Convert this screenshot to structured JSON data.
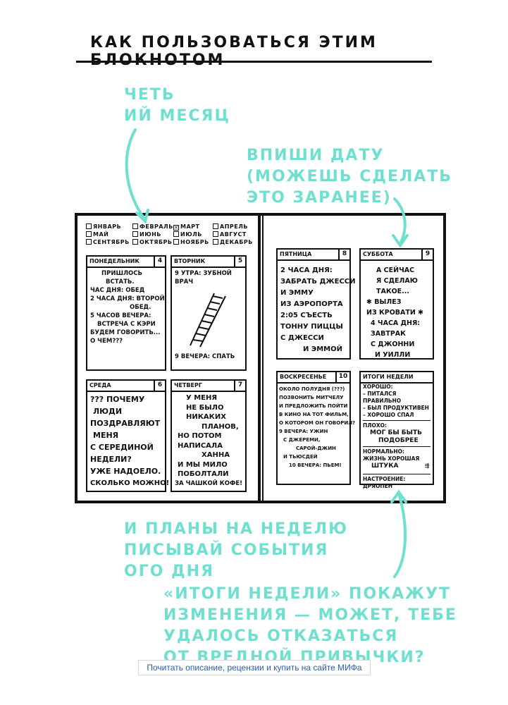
{
  "title": "КАК ПОЛЬЗОВАТЬСЯ ЭТИМ БЛОКНОТОМ",
  "annotations": {
    "month": [
      "ЧЕТЬ",
      "ИЙ МЕСЯЦ"
    ],
    "date": [
      "ВПИШИ ДАТУ",
      "(МОЖЕШЬ СДЕЛАТЬ",
      "ЭТО ЗАРАНЕЕ)"
    ],
    "plans": [
      "И ПЛАНЫ НА НЕДЕЛЮ",
      "ПИСЫВАЙ СОБЫТИЯ",
      "ОГО ДНЯ"
    ],
    "summary": [
      "«ИТОГИ НЕДЕЛИ» ПОКАЖУТ",
      "ИЗМЕНЕНИЯ — МОЖЕТ, ТЕБЕ",
      "УДАЛОСЬ ОТКАЗАТЬСЯ",
      "ОТ ВРЕДНОЙ ПРИВЫЧКИ?"
    ]
  },
  "months": [
    {
      "label": "ЯНВАРЬ",
      "mark": ""
    },
    {
      "label": "ФЕВРАЛЬ",
      "mark": ""
    },
    {
      "label": "МАРТ",
      "mark": "✕"
    },
    {
      "label": "АПРЕЛЬ",
      "mark": ""
    },
    {
      "label": "МАЙ",
      "mark": ""
    },
    {
      "label": "ИЮНЬ",
      "mark": ""
    },
    {
      "label": "ИЮЛЬ",
      "mark": ""
    },
    {
      "label": "АВГУСТ",
      "mark": ""
    },
    {
      "label": "СЕНТЯБРЬ",
      "mark": ""
    },
    {
      "label": "ОКТЯБРЬ",
      "mark": ""
    },
    {
      "label": "НОЯБРЬ",
      "mark": ""
    },
    {
      "label": "ДЕКАБРЬ",
      "mark": ""
    }
  ],
  "days": {
    "mon": {
      "name": "ПОНЕДЕЛЬНИК",
      "num": "4",
      "lines": [
        "ПРИШЛОСЬ",
        "ВСТАТЬ.",
        "ЧАС ДНЯ: ОБЕД",
        "2 ЧАСА ДНЯ: ВТОРОЙ",
        "ОБЕД.",
        "5 ЧАСОВ ВЕЧЕРА:",
        "ВСТРЕЧА С КЭРИ",
        "БУДЕМ ГОВОРИТЬ...",
        "О ЧЕМ???"
      ]
    },
    "tue": {
      "name": "ВТОРНИК",
      "num": "5",
      "lines": [
        "9 УТРА: ЗУБНОЙ",
        "ВРАЧ"
      ],
      "bottom": "9 ВЕЧЕРА: СПАТЬ"
    },
    "wed": {
      "name": "СРЕДА",
      "num": "6",
      "lines": [
        "??? ПОЧЕМУ",
        "ЛЮДИ",
        "ПОЗДРАВЛЯЮТ",
        "МЕНЯ",
        "С СЕРЕДИНОЙ",
        "НЕДЕЛИ?",
        "УЖЕ НАДОЕЛО.",
        "СКОЛЬКО МОЖНО!"
      ]
    },
    "thu": {
      "name": "ЧЕТВЕРГ",
      "num": "7",
      "lines": [
        "У МЕНЯ",
        "НЕ БЫЛО",
        "НИКАКИХ",
        "ПЛАНОВ,",
        "НО ПОТОМ",
        "НАПИСАЛА",
        "ХАННА",
        "И МЫ МИЛО",
        "ПОБОЛТАЛИ",
        "ЗА ЧАШКОЙ КОФЕ!"
      ]
    },
    "fri": {
      "name": "ПЯТНИЦА",
      "num": "8",
      "lines": [
        "2 ЧАСА ДНЯ:",
        "ЗАБРАТЬ ДЖЕССИ",
        "И ЭММУ",
        "ИЗ АЭРОПОРТА",
        "2:05 СЪЕСТЬ",
        "ТОННУ ПИЦЦЫ",
        "С ДЖЕССИ",
        "И ЭММОЙ"
      ]
    },
    "sat": {
      "name": "СУББОТА",
      "num": "9",
      "lines": [
        "А СЕЙЧАС",
        "Я СДЕЛАЮ",
        "ТАКОЕ...",
        "✱ ВЫЛЕЗ",
        "ИЗ КРОВАТИ ✱",
        "4 ЧАСА ДНЯ:",
        "ЗАВТРАК",
        "С ДЖОННИ",
        "И УИЛЛИ"
      ]
    },
    "sun": {
      "name": "ВОСКРЕСЕНЬЕ",
      "num": "10",
      "lines": [
        "ОКОЛО ПОЛУДНЯ (???)",
        "ПОЗВОНИТЬ МИТЧЕЛУ",
        "И ПРЕДЛОЖИТЬ ПОЙТИ",
        "В КИНО НА ТОТ ФИЛЬМ,",
        "О КОТОРОМ ОН ГОВОРИЛ?",
        "9 ВЕЧЕРА: УЖИН",
        "С ДЖЕРЕМИ,",
        "САРОЙ-ДЖИН",
        "И ТЬЮСДЕЙ",
        "10 ВЕЧЕРА: ПЬЕМ!"
      ]
    }
  },
  "week": {
    "name": "ИТОГИ НЕДЕЛИ",
    "good_label": "ХОРОШО:",
    "good": [
      "– ПИТАЛСЯ ПРАВИЛЬНО",
      "– БЫЛ ПРОДУКТИВЕН",
      "– ХОРОШО СПАЛ"
    ],
    "bad_label": "ПЛОХО:",
    "bad": [
      "МОГ БЫ БЫТЬ",
      "ПОДОБРЕЕ"
    ],
    "ok_label": "НОРМАЛЬНО:",
    "ok": [
      "ЖИЗНЬ ХОРОШАЯ",
      "ШТУКА"
    ],
    "mood_label": "НАСТРОЕНИЕ:",
    "mood": "ДРЯОПЕН"
  },
  "link_text": "Почитать описание, рецензии и купить на сайте МИФа"
}
